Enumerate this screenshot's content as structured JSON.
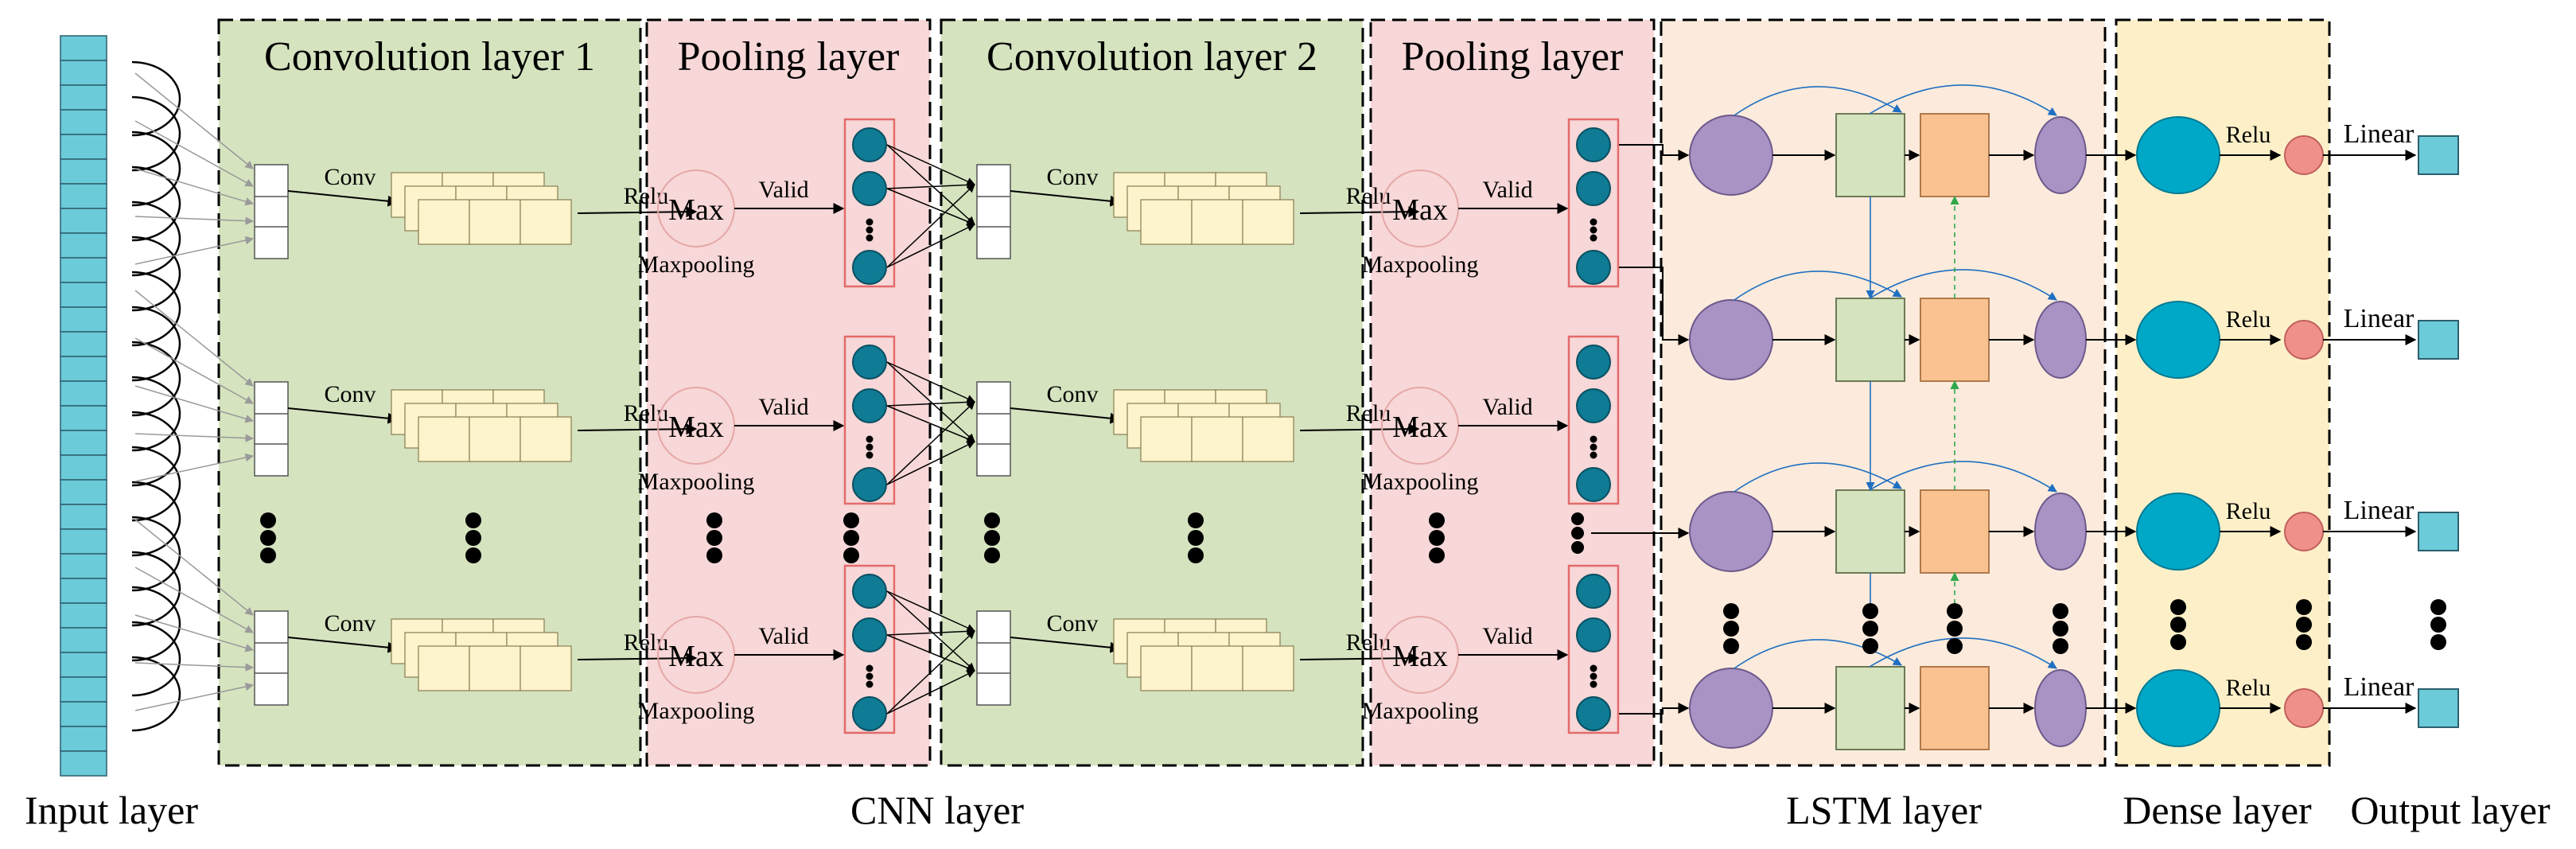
{
  "sections": {
    "conv1_title": "Convolution layer 1",
    "pool1_title": "Pooling layer",
    "conv2_title": "Convolution layer 2",
    "pool2_title": "Pooling layer"
  },
  "bottom_labels": {
    "input": "Input layer",
    "cnn": "CNN layer",
    "lstm": "LSTM layer",
    "dense": "Dense layer",
    "output": "Output layer"
  },
  "edge_labels": {
    "conv": "Conv",
    "relu": "Relu",
    "max": "Max",
    "valid": "Valid",
    "maxpooling": "Maxpooling",
    "linear": "Linear"
  },
  "colors": {
    "input_cell": "#6ccbd8",
    "conv_bg": "#d5e3bf",
    "pool_bg": "#f7d7d7",
    "lstm_bg": "#fcebdc",
    "dense_bg": "#fdf0c8",
    "feature_map": "#fdf3cc",
    "pool_node": "#0f7b94",
    "lstm_circle": "#a893c4",
    "lstm_green": "#d5e3bf",
    "lstm_orange": "#fbc291",
    "dense_node": "#00a8c8",
    "relu_node": "#f0908a",
    "output_cell": "#6ccbd8"
  }
}
